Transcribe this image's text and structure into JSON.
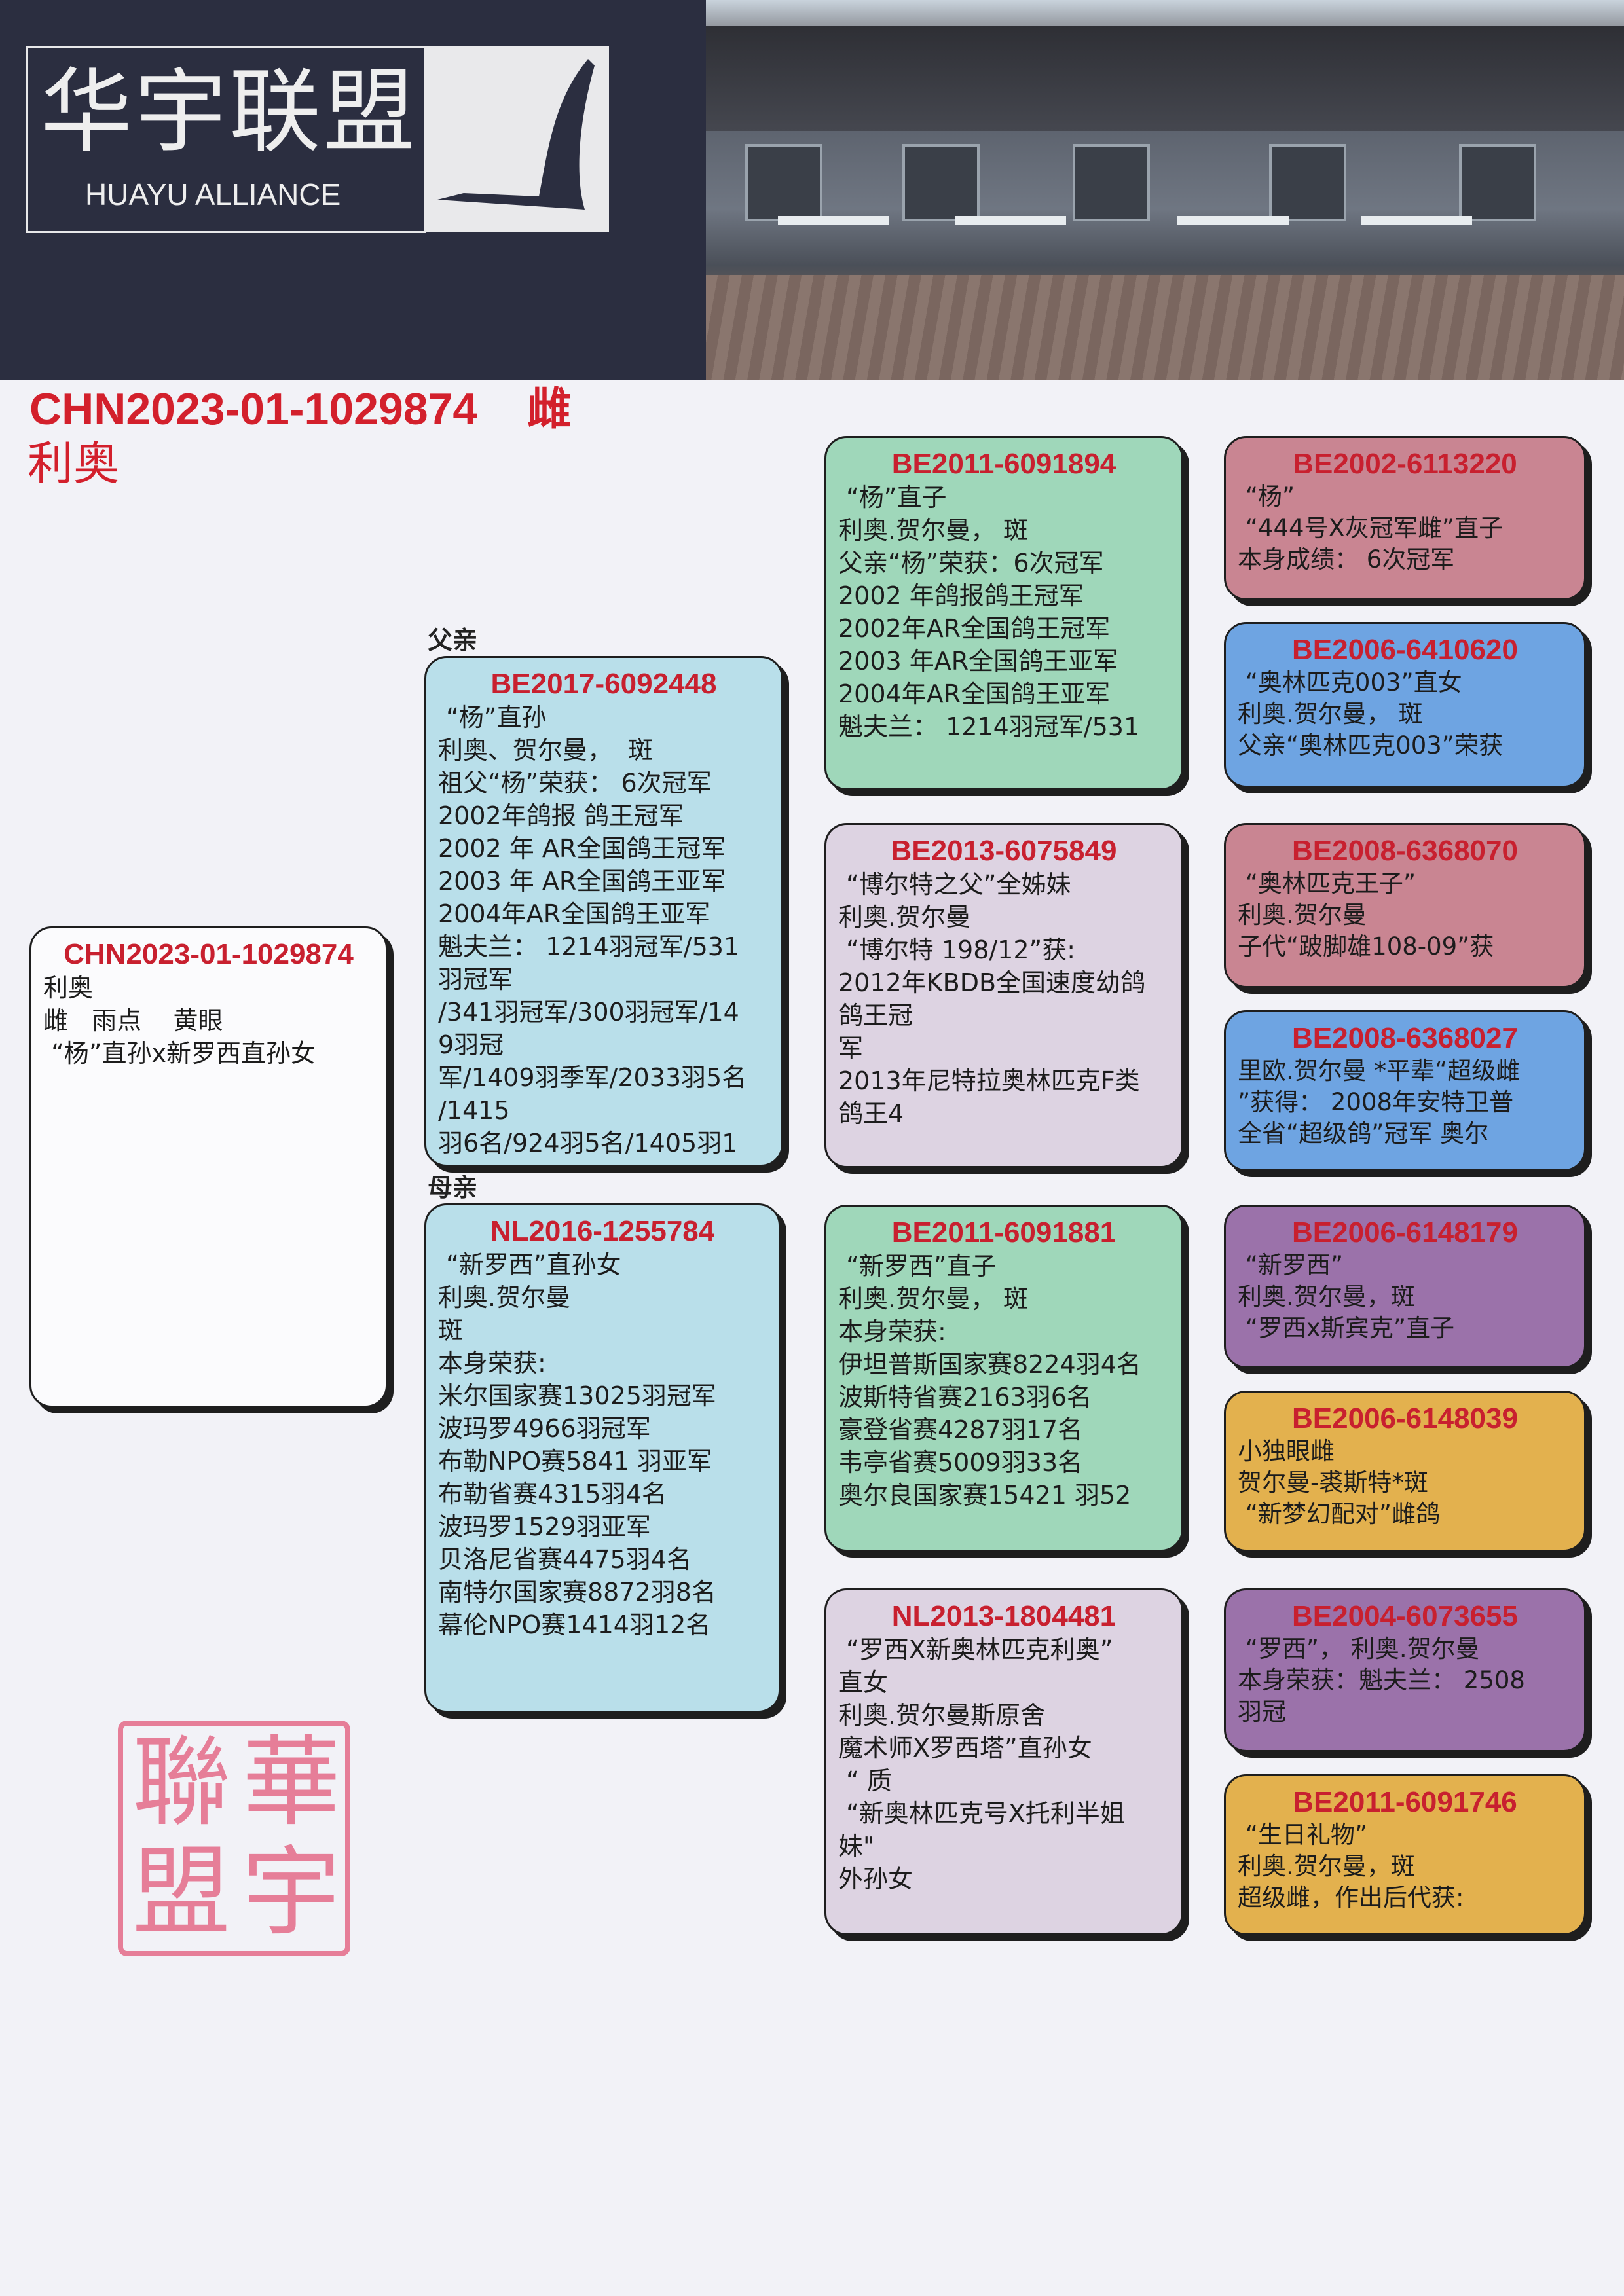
{
  "logo": {
    "cn": "华宇联盟",
    "en": "HUAYU ALLIANCE"
  },
  "title": {
    "ring": "CHN2023-01-1029874",
    "sex": "雌",
    "name": "利奥"
  },
  "labels": {
    "father": "父亲",
    "mother": "母亲"
  },
  "stamp": {
    "text": "華宇聯盟"
  },
  "colors": {
    "accent": "#c8202f",
    "green": "#9fd7ba",
    "lavender": "#ddd3e2",
    "cyan": "#b9dfea",
    "rose": "#c98592",
    "blue": "#6ea4e2",
    "purple": "#9b72aa",
    "gold": "#e3b14e"
  },
  "boxes": [
    {
      "id": "CHN2023-01-1029874",
      "lines": [
        "利奥",
        "雌   雨点    黄眼",
        " “杨”直孙x新罗西直孙女"
      ]
    },
    {
      "id": "BE2017-6092448",
      "lines": [
        " “杨”直孙",
        "利奥、贺尔曼，  斑",
        "祖父“杨”荣获： 6次冠军",
        "2002年鸽报 鸽王冠军",
        "2002 年 AR全国鸽王冠军",
        "2003 年 AR全国鸽王亚军",
        "2004年AR全国鸽王亚军",
        "魁夫兰： 1214羽冠军/531",
        "羽冠军",
        "/341羽冠军/300羽冠军/14",
        "9羽冠",
        "军/1409羽季军/2033羽5名",
        "/1415",
        "羽6名/924羽5名/1405羽1"
      ]
    },
    {
      "id": "NL2016-1255784",
      "lines": [
        " “新罗西”直孙女",
        "利奥.贺尔曼",
        "斑",
        "本身荣获:",
        "米尔国家赛13025羽冠军",
        "波玛罗4966羽冠军",
        "布勒NPO赛5841 羽亚军",
        "布勒省赛4315羽4名",
        "波玛罗1529羽亚军",
        "贝洛尼省赛4475羽4名",
        "南特尔国家赛8872羽8名",
        "幕伦NPO赛1414羽12名"
      ]
    },
    {
      "id": "BE2011-6091894",
      "lines": [
        " “杨”直子",
        "利奥.贺尔曼， 斑",
        "父亲“杨”荣获：6次冠军",
        "2002 年鸽报鸽王冠军",
        "2002年AR全国鸽王冠军",
        "2003 年AR全国鸽王亚军",
        "2004年AR全国鸽王亚军",
        "魁夫兰： 1214羽冠军/531"
      ]
    },
    {
      "id": "BE2013-6075849",
      "lines": [
        " “博尔特之父”全姊妹",
        "利奥.贺尔曼",
        " “博尔特 198/12”获:",
        "2012年KBDB全国速度幼鸽",
        "鸽王冠",
        "军",
        "2013年尼特拉奥林匹克F类",
        "鸽王4"
      ]
    },
    {
      "id": "BE2011-6091881",
      "lines": [
        " “新罗西”直子",
        "利奥.贺尔曼， 斑",
        "本身荣获:",
        "伊坦普斯国家赛8224羽4名",
        "波斯特省赛2163羽6名",
        "豪登省赛4287羽17名",
        "韦亭省赛5009羽33名",
        "奥尔良国家赛15421 羽52"
      ]
    },
    {
      "id": "NL2013-1804481",
      "lines": [
        " “罗西X新奥林匹克利奥”",
        "直女",
        "利奥.贺尔曼斯原舍",
        "魔术师X罗西塔”直孙女",
        " “ 质",
        " “新奥林匹克号X托利半姐",
        "妹\"",
        "外孙女"
      ]
    },
    {
      "id": "BE2002-6113220",
      "lines": [
        " “杨”",
        " “444号X灰冠军雌”直子",
        "本身成绩： 6次冠军"
      ]
    },
    {
      "id": "BE2006-6410620",
      "lines": [
        " “奥林匹克003”直女",
        "利奥.贺尔曼， 斑",
        "父亲“奥林匹克003”荣获"
      ]
    },
    {
      "id": "BE2008-6368070",
      "lines": [
        " “奥林匹克王子”",
        "利奥.贺尔曼",
        "子代“跛脚雄108-09”获"
      ]
    },
    {
      "id": "BE2008-6368027",
      "lines": [
        "里欧.贺尔曼 *平辈“超级雌",
        "”获得： 2008年安特卫普",
        "全省“超级鸽”冠军 奥尔"
      ]
    },
    {
      "id": "BE2006-6148179",
      "lines": [
        " “新罗西”",
        "利奥.贺尔曼，斑",
        " “罗西x斯宾克”直子"
      ]
    },
    {
      "id": "BE2006-6148039",
      "lines": [
        "小独眼雌",
        "贺尔曼-裘斯特*斑",
        " “新梦幻配对”雌鸽"
      ]
    },
    {
      "id": "BE2004-6073655",
      "lines": [
        " “罗西”， 利奥.贺尔曼",
        "本身荣获：魁夫兰： 2508",
        "羽冠"
      ]
    },
    {
      "id": "BE2011-6091746",
      "lines": [
        " “生日礼物”",
        "利奥.贺尔曼，斑",
        "超级雌，作出后代获:"
      ]
    }
  ]
}
